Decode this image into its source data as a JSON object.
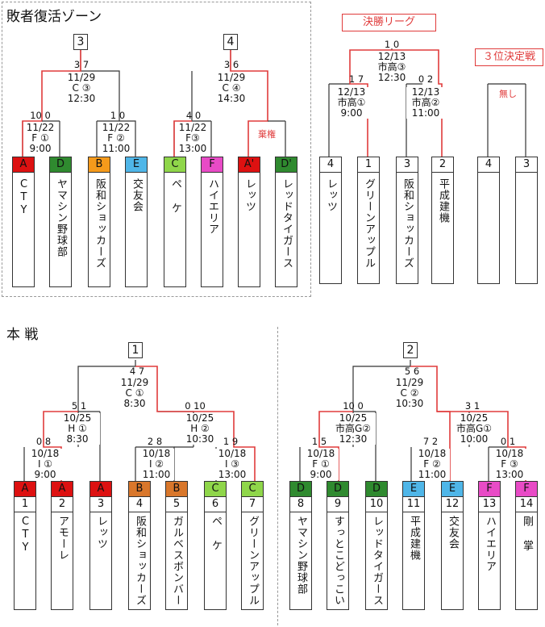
{
  "colors": {
    "red": "#e03b3b",
    "line": "#333333"
  },
  "sections": {
    "revival": "敗者復活ゾーン",
    "final_league": "決勝リーグ",
    "third_place": "３位決定戦",
    "third_none": "無し",
    "main": "本 戦"
  },
  "revival": {
    "boxes": [
      "3",
      "4"
    ],
    "top_scores": [
      "3 7",
      "3 6"
    ],
    "top_info": [
      "11/29\nC ③\n12:30",
      "11/29\nC ④\n14:30"
    ],
    "mid_scores": [
      "10 0",
      "1 0",
      "4 0"
    ],
    "mid_info": [
      "11/22\nF ①\n9:00",
      "11/22\nF ②\n11:00",
      "11/22\nF③\n13:00"
    ],
    "forfeit": "棄権",
    "teams": [
      {
        "label": "A",
        "name": "CTY",
        "color": "#dd1111",
        "text": "#111"
      },
      {
        "label": "D",
        "name": "ヤマシン野球部",
        "color": "#2f8a2f",
        "text": "#111"
      },
      {
        "label": "B",
        "name": "阪和ショッカーズ",
        "color": "#f59a1b",
        "text": "#111"
      },
      {
        "label": "E",
        "name": "交友会",
        "color": "#4fb6e8",
        "text": "#111"
      },
      {
        "label": "C",
        "name": "ペ ケ",
        "color": "#8fd64a",
        "text": "#111"
      },
      {
        "label": "F",
        "name": "ハイエリア",
        "color": "#e84bc6",
        "text": "#111"
      },
      {
        "label": "A'",
        "name": "レッツ",
        "color": "#dd1111",
        "text": "#111"
      },
      {
        "label": "D'",
        "name": "レッドタイガース",
        "color": "#2f8a2f",
        "text": "#111"
      }
    ]
  },
  "final": {
    "top_score": "1 0",
    "top_info": "12/13\n市高③\n12:30",
    "left_score": "1 7",
    "left_info": "12/13\n市高①\n9:00",
    "right_score": "0 2",
    "right_info": "12/13\n市高②\n11:00",
    "teams": [
      {
        "seed": "4",
        "name": "レッツ"
      },
      {
        "seed": "1",
        "name": "グリーンアップル"
      },
      {
        "seed": "3",
        "name": "阪和ショッカーズ"
      },
      {
        "seed": "2",
        "name": "平成建機"
      }
    ],
    "third": [
      {
        "seed": "4",
        "name": ""
      },
      {
        "seed": "3",
        "name": ""
      }
    ]
  },
  "main": {
    "boxes": [
      "1",
      "2"
    ],
    "top_scores": [
      "4 7",
      "5 6"
    ],
    "top_info": [
      "11/29\nC ①\n8:30",
      "11/29\nC ②\n10:30"
    ],
    "semi_scores": [
      "5 1",
      "0 10",
      "10 0",
      "3 1"
    ],
    "semi_info": [
      "10/25\nH ①\n8:30",
      "10/25\nH ②\n10:30",
      "10/25\n市高G②\n12:30",
      "10/25\n市高G①\n10:00"
    ],
    "q_scores": [
      "0 8",
      "2 8",
      "1 9",
      "1 5",
      "7 2",
      "0 1"
    ],
    "q_info": [
      "10/18\nI ①\n9:00",
      "10/18\nI ②\n11:00",
      "10/18\nI ③\n13:00",
      "10/18\nF ①\n9:00",
      "10/18\nF ②\n11:00",
      "10/18\nF ③\n13:00"
    ],
    "teams": [
      {
        "label": "A",
        "seed": "1",
        "name": "CTY",
        "color": "#dd1111"
      },
      {
        "label": "A",
        "seed": "2",
        "name": "アモーレ",
        "color": "#dd1111"
      },
      {
        "label": "A",
        "seed": "3",
        "name": "レッツ",
        "color": "#dd1111"
      },
      {
        "label": "B",
        "seed": "4",
        "name": "阪和ショッカーズ",
        "color": "#d9772b"
      },
      {
        "label": "B",
        "seed": "5",
        "name": "ガルベスボンバー",
        "color": "#d9772b"
      },
      {
        "label": "C",
        "seed": "6",
        "name": "ペ ケ",
        "color": "#8fd64a"
      },
      {
        "label": "C",
        "seed": "7",
        "name": "グリーンアップル",
        "color": "#8fd64a"
      },
      {
        "label": "D",
        "seed": "8",
        "name": "ヤマシン野球部",
        "color": "#2f8a2f"
      },
      {
        "label": "D",
        "seed": "9",
        "name": "すっとこどっこい",
        "color": "#2f8a2f"
      },
      {
        "label": "D",
        "seed": "10",
        "name": "レッドタイガース",
        "color": "#2f8a2f"
      },
      {
        "label": "E",
        "seed": "11",
        "name": "平成建機",
        "color": "#4fb6e8"
      },
      {
        "label": "E",
        "seed": "12",
        "name": "交友会",
        "color": "#4fb6e8"
      },
      {
        "label": "F",
        "seed": "13",
        "name": "ハイエリア",
        "color": "#e84bc6"
      },
      {
        "label": "F",
        "seed": "14",
        "name": "剛 掌",
        "color": "#e84bc6"
      }
    ]
  }
}
